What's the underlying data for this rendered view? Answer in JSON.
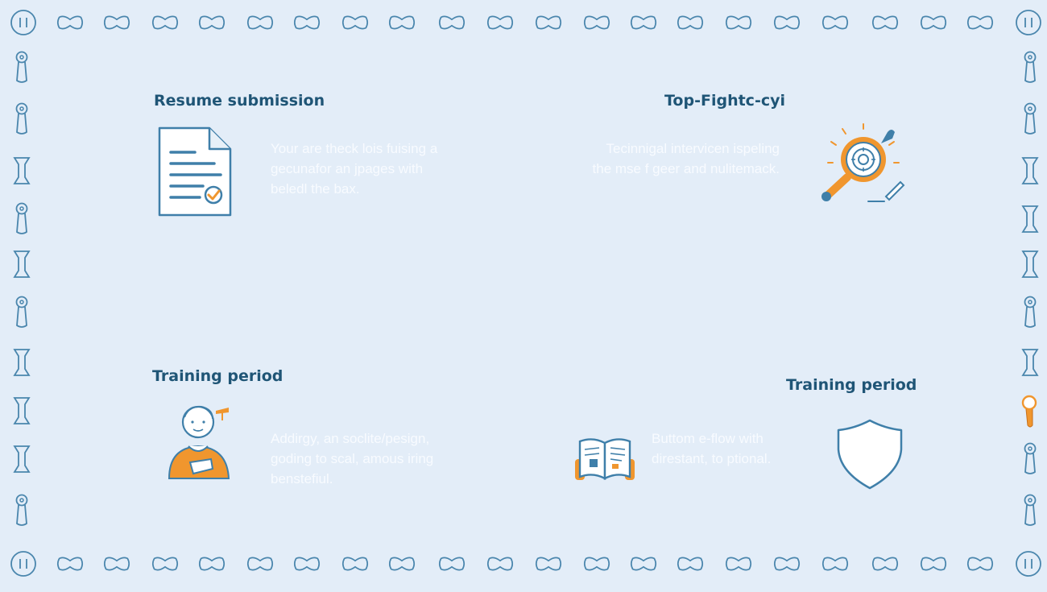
{
  "cards": [
    {
      "title": "Resume submission",
      "icon": "document-check-icon",
      "lines": [
        "Your are theck lois fuising a",
        "gecunafor an jpages with",
        "beledl the bax."
      ]
    },
    {
      "title": "Top-Fightc-cyi",
      "icon": "magnifier-wrench-icon",
      "lines": [
        "Tecinnigal intervicen ispeling",
        "the mse f geer and nulitemack."
      ]
    },
    {
      "title": "Training period",
      "icon": "person-graduation-icon",
      "lines": [
        "Addirgy, an soclite/pesign,",
        "goding to scal, amous iring",
        "benstefiul."
      ]
    },
    {
      "title": "Training period",
      "icon": "shield-icon",
      "secondary_icon": "open-book-icon",
      "lines": [
        "Buttom e-flow with",
        "direstant, to ptional."
      ]
    }
  ],
  "colors": {
    "background": "#e3edf8",
    "heading": "#1f5576",
    "icon_stroke": "#3f7fa9",
    "accent_orange": "#f0962e",
    "description": "#f8fbff"
  }
}
